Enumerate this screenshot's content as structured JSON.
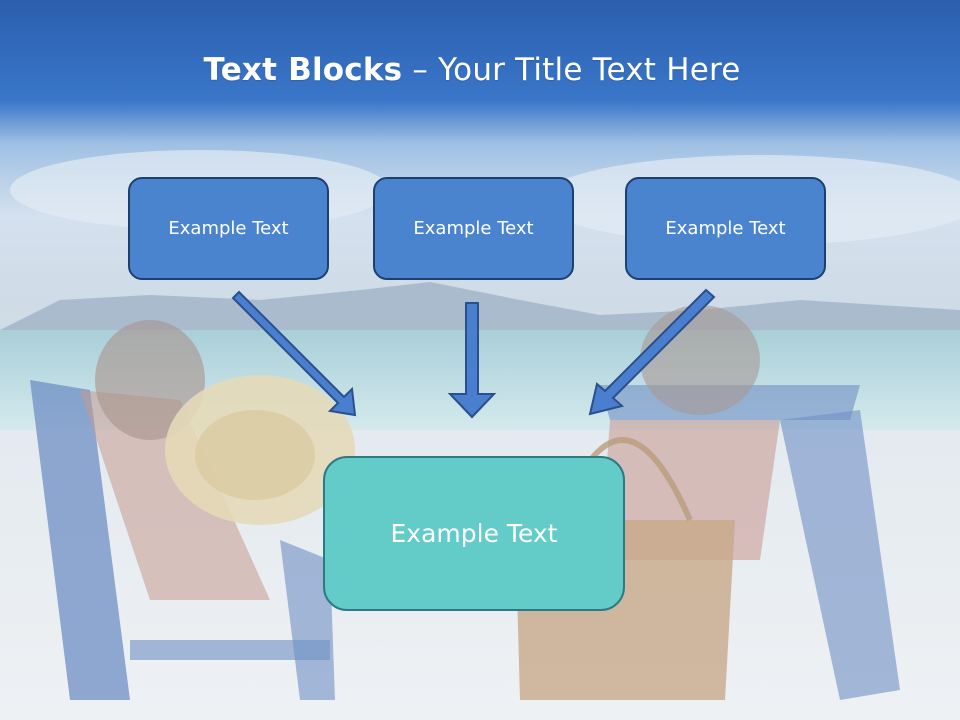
{
  "slide": {
    "title_bold": "Text Blocks",
    "title_sep": " – ",
    "title_rest": "Your Title Text Here"
  },
  "boxes": {
    "left": "Example Text",
    "center": "Example Text",
    "right": "Example Text",
    "bottom": "Example Text"
  },
  "colors": {
    "header_blue": "#2e66b8",
    "top_box_fill": "#4a84cf",
    "top_box_border": "#1f3f6e",
    "bottom_box_fill": "#63cbc8",
    "bottom_box_border": "#2d7a84",
    "arrow_fill": "#4a7fd0",
    "arrow_stroke": "#2a4f8c"
  }
}
